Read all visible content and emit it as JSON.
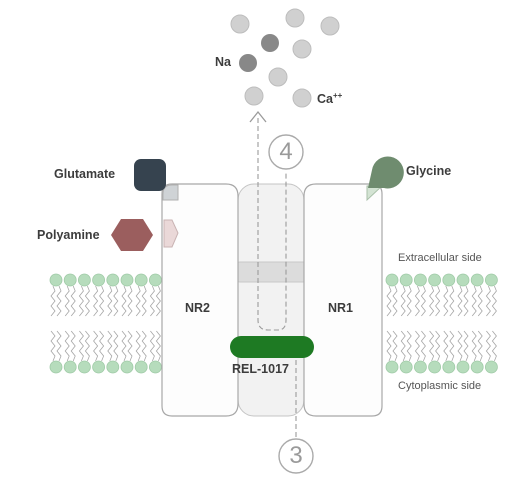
{
  "labels": {
    "na": "Na",
    "ca": "Ca",
    "ca_charge": "++",
    "glutamate": "Glutamate",
    "polyamine": "Polyamine",
    "glycine": "Glycine",
    "nr2": "NR2",
    "nr1": "NR1",
    "rel": "REL-1017",
    "extracellular": "Extracellular side",
    "cytoplasmic": "Cytoplasmic side",
    "step_top": "4",
    "step_bottom": "3"
  },
  "icons": {
    "glutamate": "rounded-square",
    "polyamine": "hexagon",
    "glycine": "teardrop",
    "ions": "circle"
  },
  "colors": {
    "glutamate": "#36434f",
    "polyamine": "#9b5e5e",
    "glycine": "#6f8c6f",
    "rel": "#1e7a23",
    "ion_light": "#d0d0d0",
    "ion_dark": "#888888",
    "lipid_head": "#b6dcbc",
    "channel": "#f2f2f2",
    "outline": "#bbbbbb"
  }
}
